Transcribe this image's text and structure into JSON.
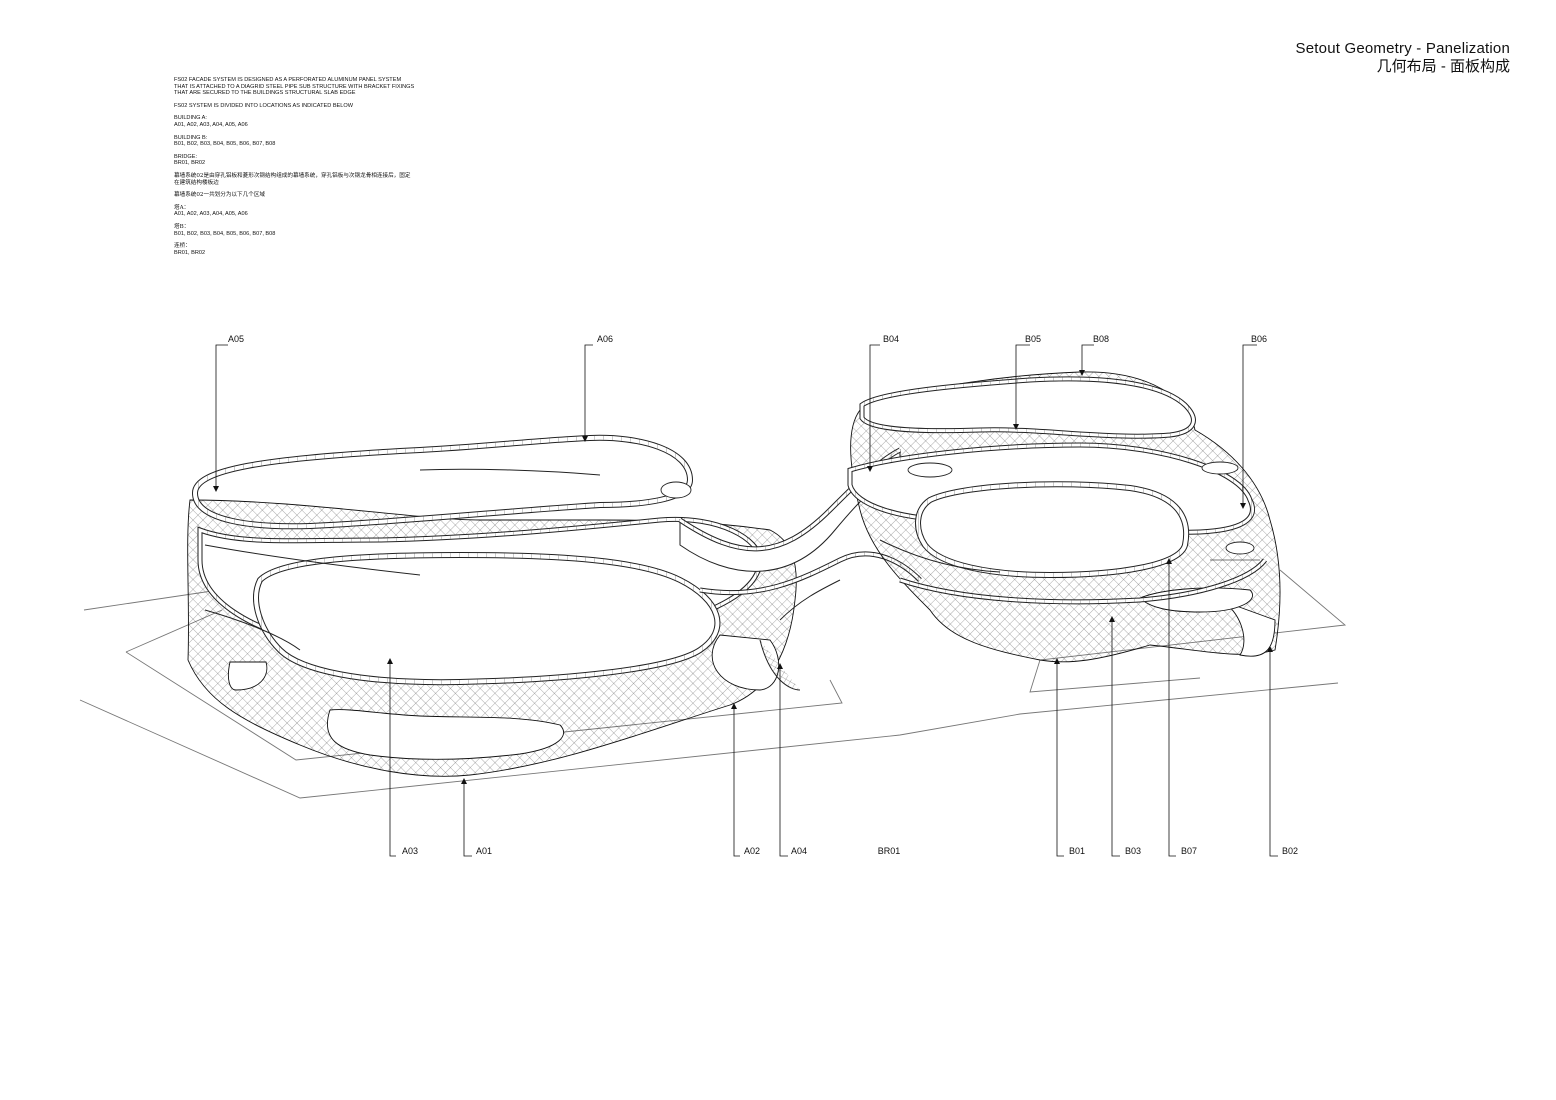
{
  "title": {
    "en": "Setout Geometry - Panelization",
    "zh": "几何布局 - 面板构成"
  },
  "notes": {
    "intro": [
      "FS02 FACADE SYSTEM IS DESIGNED AS A PERFORATED ALUMINUM PANEL SYSTEM",
      "THAT IS ATTACHED TO A DIAGRID STEEL PIPE SUB STRUCTURE WITH BRACKET FIXINGS",
      "THAT ARE SECURED TO THE BUILDINGS STRUCTURAL SLAB EDGE"
    ],
    "division": "FS02 SYSTEM IS DIVIDED INTO LOCATIONS AS INDICATED BELOW",
    "building_a_label": "BUILDING A:",
    "building_a_zones": "A01, A02, A03, A04, A05, A06",
    "building_b_label": "BUILDING B:",
    "building_b_zones": "B01, B02, B03, B04, B05, B06, B07, B08",
    "bridge_label": "BRIDGE:",
    "bridge_zones": "BR01, BR02",
    "zh_intro_1": "幕墙系统02是由穿孔铝板和菱形次钢结构组成的幕墙系统，穿孔铝板与次钢龙骨相连接后，固定",
    "zh_intro_2": "在建筑结构楼板边",
    "zh_division": "幕墙系统02一共划分为以下几个区域",
    "zh_a_label": "塔A：",
    "zh_a_zones": "A01, A02, A03, A04, A05, A06",
    "zh_b_label": "塔B：",
    "zh_b_zones": "B01, B02, B03, B04, B05, B06, B07, B08",
    "zh_bridge_label": "连桥：",
    "zh_bridge_zones": "BR01, BR02"
  },
  "callouts_top": [
    "A05",
    "A06",
    "B04",
    "B05",
    "B08",
    "B06"
  ],
  "callouts_bottom": [
    "A03",
    "A01",
    "A02",
    "A04",
    "BR01",
    "B01",
    "B03",
    "B07",
    "B02"
  ]
}
